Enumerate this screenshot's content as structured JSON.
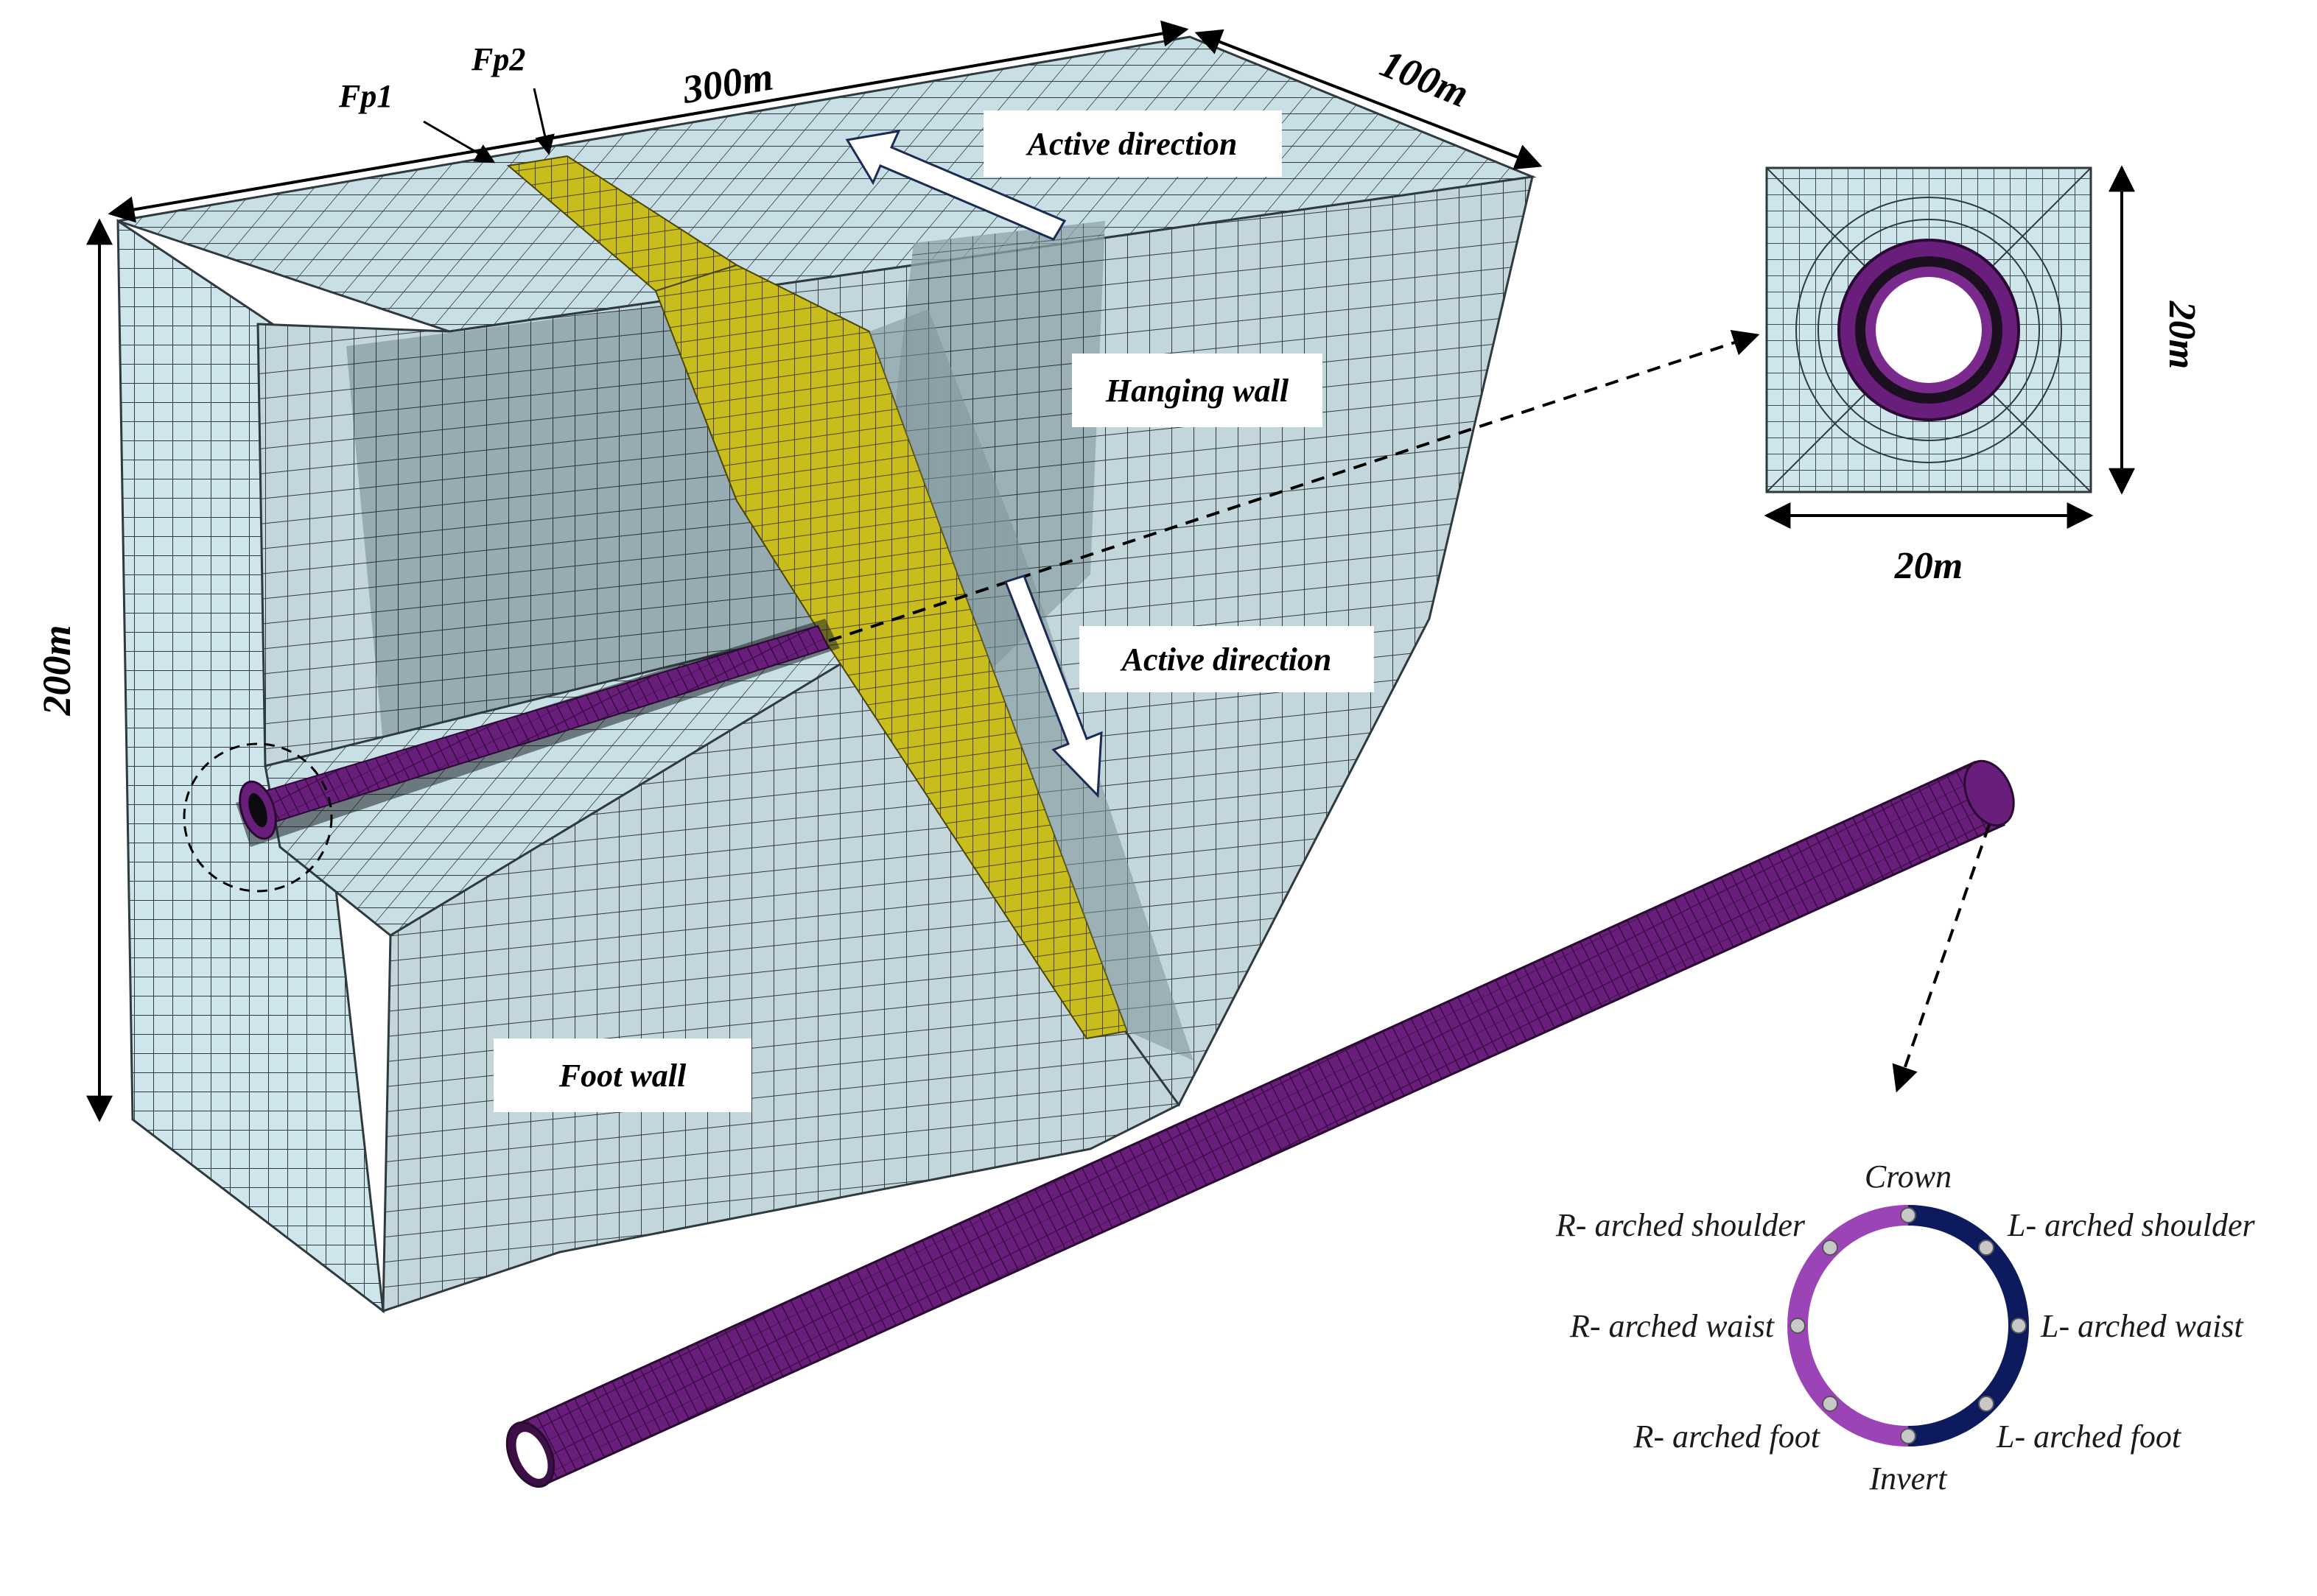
{
  "dimensions": {
    "length": "300m",
    "width": "100m",
    "height": "200m",
    "section_width": "20m",
    "section_height": "20m"
  },
  "fault_planes": {
    "fp1": "Fp1",
    "fp2": "Fp2"
  },
  "zones": {
    "hanging_wall": "Hanging wall",
    "foot_wall": "Foot wall"
  },
  "arrows": {
    "top_active": "Active direction",
    "mid_active": "Active direction"
  },
  "monitoring_points": {
    "crown": "Crown",
    "invert": "Invert",
    "r_shoulder": "R- arched shoulder",
    "l_shoulder": "L- arched shoulder",
    "r_waist": "R- arched waist",
    "l_waist": "L- arched waist",
    "r_foot": "R- arched foot",
    "l_foot": "L- arched foot"
  },
  "colors": {
    "mesh_fill": "#cfe5ec",
    "mesh_shade": "#8fa4aa",
    "mesh_line": "#2e3a3e",
    "fault_zone": "#c9bd1e",
    "tunnel_lining": "#6a1e7c",
    "ring_left": "#9a44b8",
    "ring_right": "#0d1a5e",
    "point_marker": "#c8c8c8"
  }
}
